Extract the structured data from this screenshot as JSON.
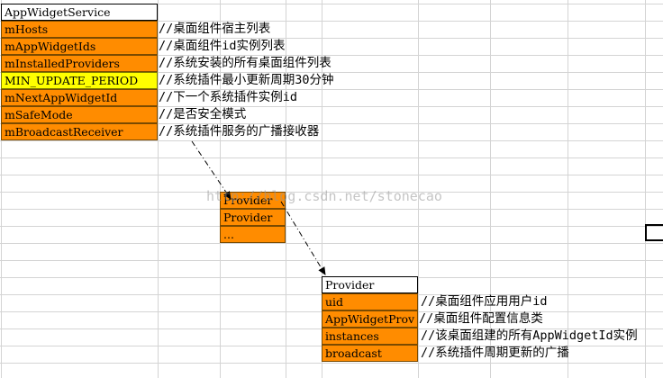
{
  "service": {
    "header": "AppWidgetService",
    "fields": [
      {
        "name": "mHosts",
        "comment": "//桌面组件宿主列表"
      },
      {
        "name": "mAppWidgetIds",
        "comment": "//桌面组件id实例列表"
      },
      {
        "name": "mInstalledProviders",
        "comment": "//系统安装的所有桌面组件列表"
      },
      {
        "name": "MIN_UPDATE_PERIOD",
        "comment": "//系统插件最小更新周期30分钟"
      },
      {
        "name": "mNextAppWidgetId",
        "comment": "//下一个系统插件实例id"
      },
      {
        "name": "mSafeMode",
        "comment": "//是否安全模式"
      },
      {
        "name": "mBroadcastReceiver",
        "comment": "//系统插件服务的广播接收器"
      }
    ]
  },
  "provider_list": {
    "items": [
      "Provider",
      "Provider",
      "..."
    ]
  },
  "provider": {
    "header": "Provider",
    "fields": [
      {
        "name": "uid",
        "comment": "//桌面组件应用用户id"
      },
      {
        "name": "AppWidgetProv",
        "comment": "//桌面组件配置信息类"
      },
      {
        "name": "instances",
        "comment": "//该桌面组建的所有AppWidgetId实例"
      },
      {
        "name": "broadcast",
        "comment": "//系统插件周期更新的广播"
      }
    ]
  },
  "watermark": "http://blog.csdn.net/stonecao",
  "colors": {
    "field_fill": "#ff8c00",
    "highlight_fill": "#ffff00",
    "gridline": "#d4d4d4",
    "arrow": "#000000"
  }
}
